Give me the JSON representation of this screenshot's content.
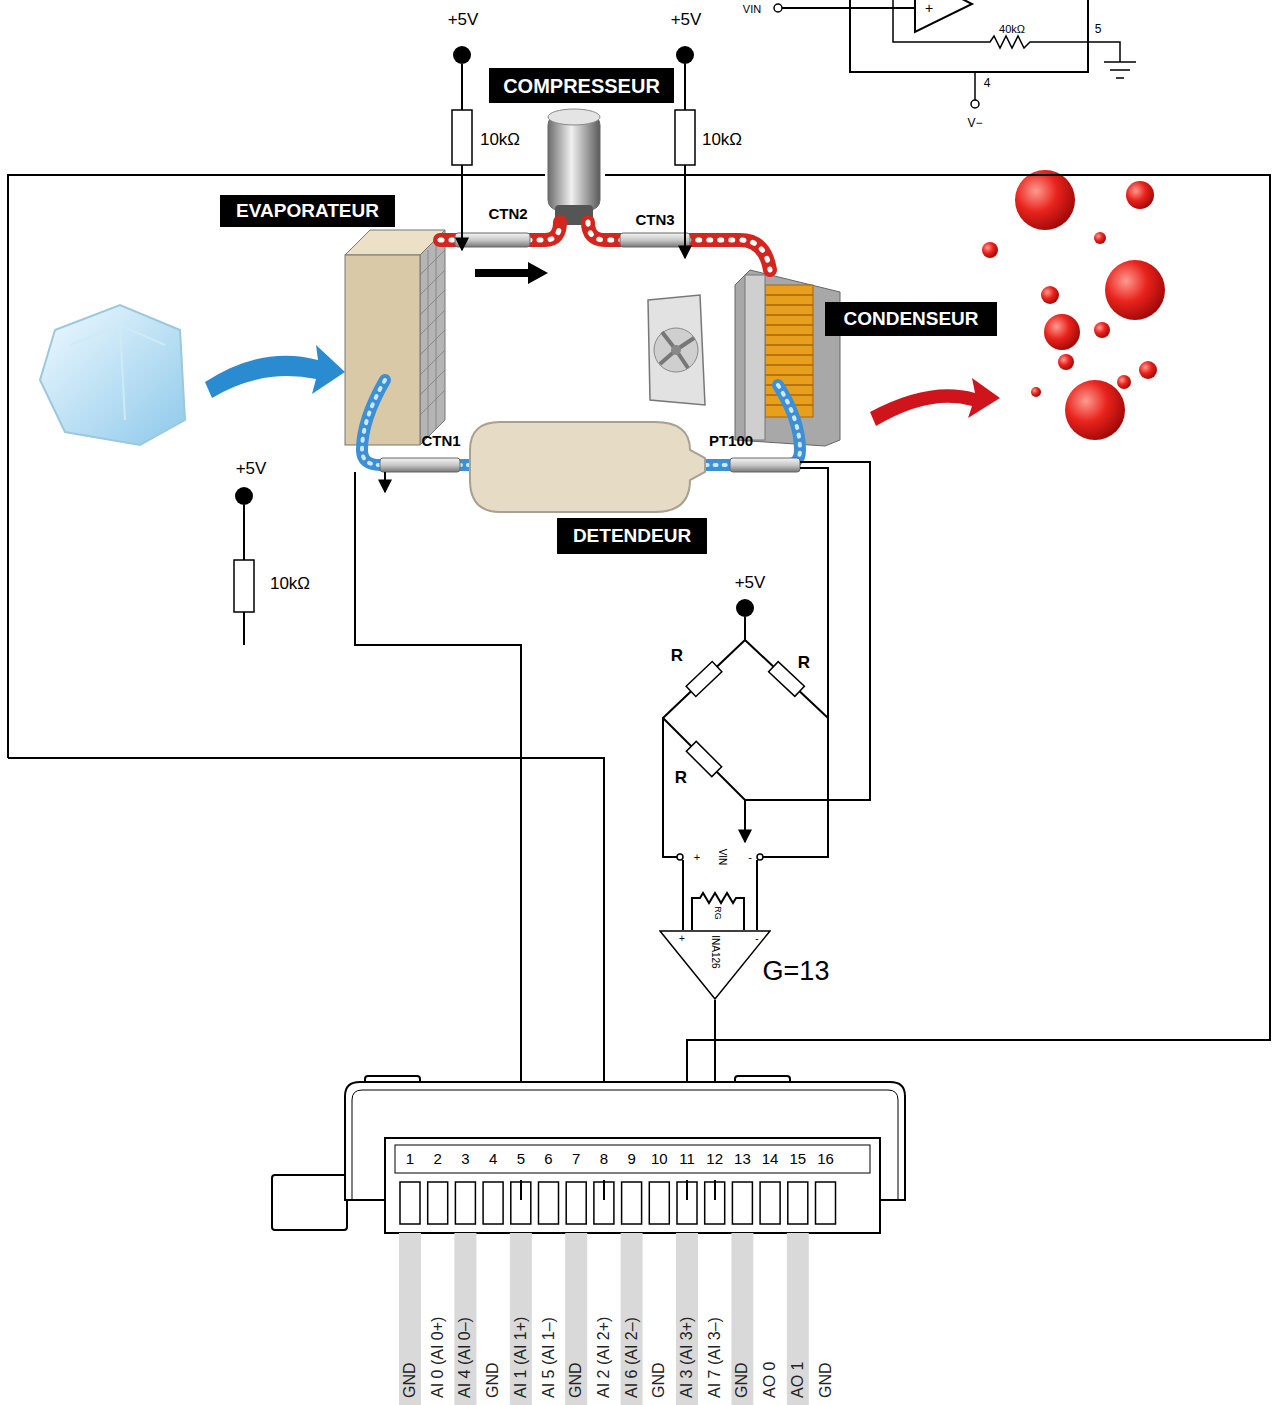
{
  "diagram": {
    "nodes": [
      {
        "text": [
          "COMPRESSEUR"
        ]
      },
      {
        "text": [
          "EVAPORATEUR"
        ]
      },
      {
        "text": [
          "CONDENSEUR"
        ]
      },
      {
        "text": [
          "DETENDEUR"
        ]
      },
      {
        "text": [
          "INA126"
        ]
      }
    ],
    "labels": [
      "VIN",
      "+",
      "40kΩ",
      "5",
      "4",
      "V−",
      "+5V",
      "+5V",
      "10kΩ",
      "10kΩ",
      "CTN2",
      "CTN3",
      "CTN1",
      "PT100",
      "+5V",
      "10kΩ",
      "+5V",
      "R",
      "R",
      "R",
      "+",
      "VIN",
      "-",
      "RG",
      "+",
      "-",
      "G=13",
      "1",
      "2",
      "3",
      "4",
      "5",
      "6",
      "7",
      "8",
      "9",
      "10",
      "11",
      "12",
      "13",
      "14",
      "15",
      "16",
      "GND",
      "AI 0 (AI 0+)",
      "AI 4 (AI 0–)",
      "GND",
      "AI 1 (AI 1+)",
      "AI 5 (AI 1–)",
      "GND",
      "AI 2 (AI 2+)",
      "AI 6 (AI 2–)",
      "GND",
      "AI 3 (AI 3+)",
      "AI 7 (AI 3–)",
      "GND",
      "AO 0",
      "AO 1",
      "GND"
    ]
  }
}
